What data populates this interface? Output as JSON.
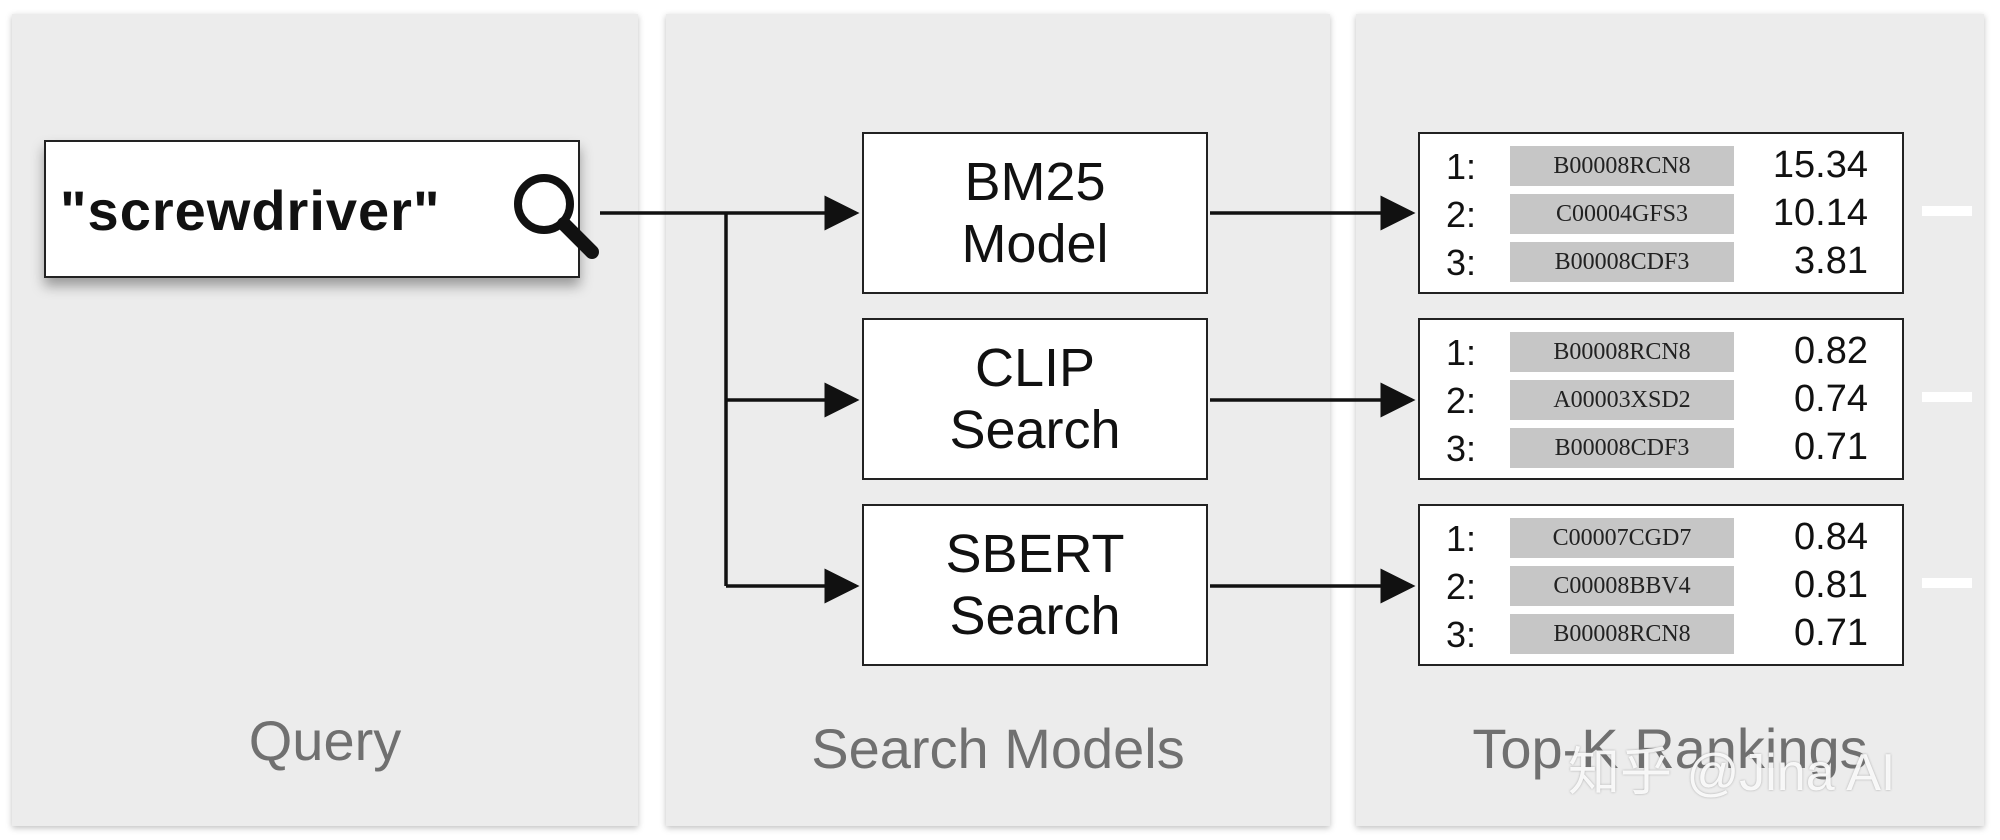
{
  "panels": {
    "query": "Query",
    "models": "Search Models",
    "rankings": "Top-K Rankings"
  },
  "query": {
    "text": "\"screwdriver\"",
    "icon": "magnifier-icon"
  },
  "models": [
    {
      "line1": "BM25",
      "line2": "Model"
    },
    {
      "line1": "CLIP",
      "line2": "Search"
    },
    {
      "line1": "SBERT",
      "line2": "Search"
    }
  ],
  "rankings": [
    {
      "rows": [
        {
          "rank": "1:",
          "id": "B00008RCN8",
          "score": "15.34"
        },
        {
          "rank": "2:",
          "id": "C00004GFS3",
          "score": "10.14"
        },
        {
          "rank": "3:",
          "id": "B00008CDF3",
          "score": "3.81"
        }
      ]
    },
    {
      "rows": [
        {
          "rank": "1:",
          "id": "B00008RCN8",
          "score": "0.82"
        },
        {
          "rank": "2:",
          "id": "A00003XSD2",
          "score": "0.74"
        },
        {
          "rank": "3:",
          "id": "B00008CDF3",
          "score": "0.71"
        }
      ]
    },
    {
      "rows": [
        {
          "rank": "1:",
          "id": "C00007CGD7",
          "score": "0.84"
        },
        {
          "rank": "2:",
          "id": "C00008BBV4",
          "score": "0.81"
        },
        {
          "rank": "3:",
          "id": "B00008RCN8",
          "score": "0.71"
        }
      ]
    }
  ],
  "watermark": "知乎 @Jina AI"
}
